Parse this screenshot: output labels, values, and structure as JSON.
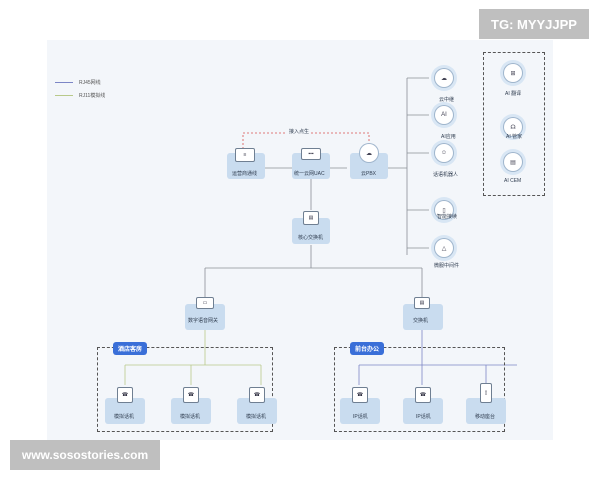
{
  "watermark_top": "TG: MYYJJPP",
  "watermark_bottom": "www.sosostories.com",
  "legend": [
    {
      "label": "RJ45网线",
      "color": "#7c86c6"
    },
    {
      "label": "RJ11模拟线",
      "color": "#b8c98a"
    }
  ],
  "top_row": {
    "access_label": "接入点生",
    "nodes": [
      {
        "label": "运营商通线",
        "icon": "router-icon"
      },
      {
        "label": "统一云网UAC",
        "icon": "switch-icon"
      },
      {
        "label": "云PBX",
        "icon": "cloud-pbx-icon"
      }
    ]
  },
  "core": {
    "label": "核心交换机",
    "icon": "switch-icon"
  },
  "cloud_services": [
    {
      "label": "云中继",
      "icon": "cloud-icon"
    },
    {
      "label": "AI应用",
      "icon": "ai-icon"
    },
    {
      "label": "话语机器人",
      "icon": "robot-icon"
    },
    {
      "label": "智能接续",
      "icon": "device-icon"
    },
    {
      "label": "微服中间件",
      "icon": "triangle-icon"
    }
  ],
  "ai_panel": [
    {
      "label": "AI 翻译",
      "icon": "translate-icon"
    },
    {
      "label": "AI 管家",
      "icon": "ai-assistant-icon"
    },
    {
      "label": "AI CEM",
      "icon": "document-icon"
    }
  ],
  "left_branch": {
    "gateway_label": "数字语音网关",
    "group_tag": "酒店客房",
    "devices": [
      "模拟话机",
      "模拟话机",
      "模拟话机"
    ]
  },
  "right_branch": {
    "switch_label": "交换机",
    "group_tag": "前台办公",
    "devices": [
      "IP话机",
      "IP话机",
      "移动座台"
    ]
  },
  "colors": {
    "canvas": "#f3f6fa",
    "tile": "#c9dcef",
    "tag": "#3a6fd8",
    "line_gray": "#8a8f96",
    "line_blue": "#7c86c6",
    "line_green": "#b8c98a",
    "line_red": "#d9534f"
  }
}
